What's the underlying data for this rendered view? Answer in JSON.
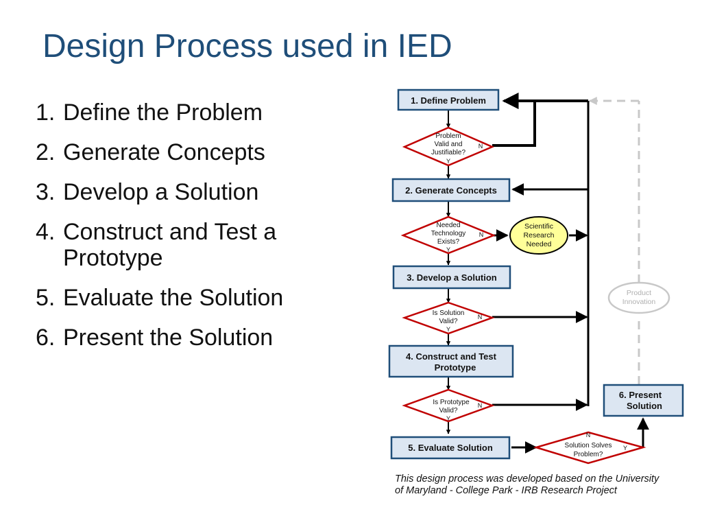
{
  "title": "Design Process used in IED",
  "steps": [
    {
      "num": "1.",
      "text": "Define the Problem"
    },
    {
      "num": "2.",
      "text": "Generate Concepts"
    },
    {
      "num": "3.",
      "text": "Develop a Solution"
    },
    {
      "num": "4.",
      "text": "Construct and Test a Prototype"
    },
    {
      "num": "5.",
      "text": "Evaluate the Solution"
    },
    {
      "num": "6.",
      "text": "Present the Solution"
    }
  ],
  "flowchart": {
    "process_boxes": {
      "define": "1. Define Problem",
      "generate": "2. Generate Concepts",
      "develop": "3. Develop a Solution",
      "construct_1": "4. Construct and Test",
      "construct_2": "Prototype",
      "evaluate": "5.  Evaluate Solution",
      "present_1": "6.  Present",
      "present_2": "Solution"
    },
    "decisions": {
      "problem_valid": [
        "Problem",
        "Valid and",
        "Justifiable?"
      ],
      "tech_exists": [
        "Needed",
        "Technology",
        "Exists?"
      ],
      "solution_valid": [
        "Is Solution",
        "Valid?"
      ],
      "prototype_valid": [
        "Is Prototype",
        "Valid?"
      ],
      "solves_problem": [
        "Solution Solves",
        "Problem?"
      ]
    },
    "branch_labels": {
      "yes": "Y",
      "no": "N"
    },
    "research": [
      "Scientific",
      "Research",
      "Needed"
    ],
    "innovation": [
      "Product",
      "Innovation"
    ]
  },
  "note": "This design process was developed based on the University of Maryland - College Park - IRB Research Project",
  "colors": {
    "title": "#1f4e79",
    "box_fill": "#dce6f2",
    "box_stroke": "#1f4e79",
    "diamond_stroke": "#c00000",
    "research_fill": "#ffff99",
    "innovation_stroke": "#c8c8c8",
    "arrow": "#000000"
  }
}
